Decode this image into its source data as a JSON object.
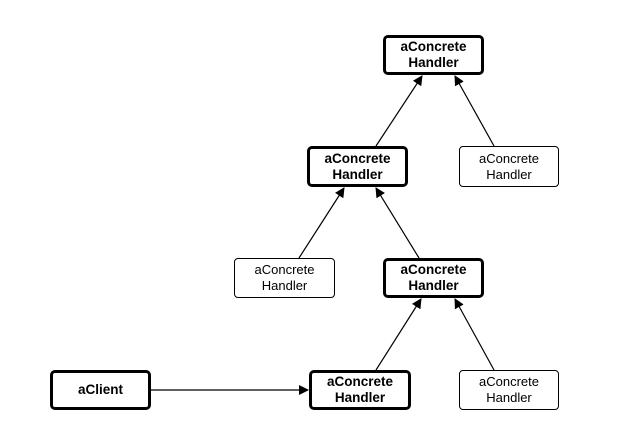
{
  "nodes": {
    "top": {
      "line1": "aConcrete",
      "line2": "Handler"
    },
    "mid": {
      "line1": "aConcrete",
      "line2": "Handler"
    },
    "right1": {
      "line1": "aConcrete",
      "line2": "Handler"
    },
    "left2": {
      "line1": "aConcrete",
      "line2": "Handler"
    },
    "lower": {
      "line1": "aConcrete",
      "line2": "Handler"
    },
    "bottom": {
      "line1": "aConcrete",
      "line2": "Handler"
    },
    "right3": {
      "line1": "aConcrete",
      "line2": "Handler"
    },
    "client": {
      "label": "aClient"
    }
  },
  "colors": {
    "line": "#000000",
    "background": "#ffffff"
  }
}
